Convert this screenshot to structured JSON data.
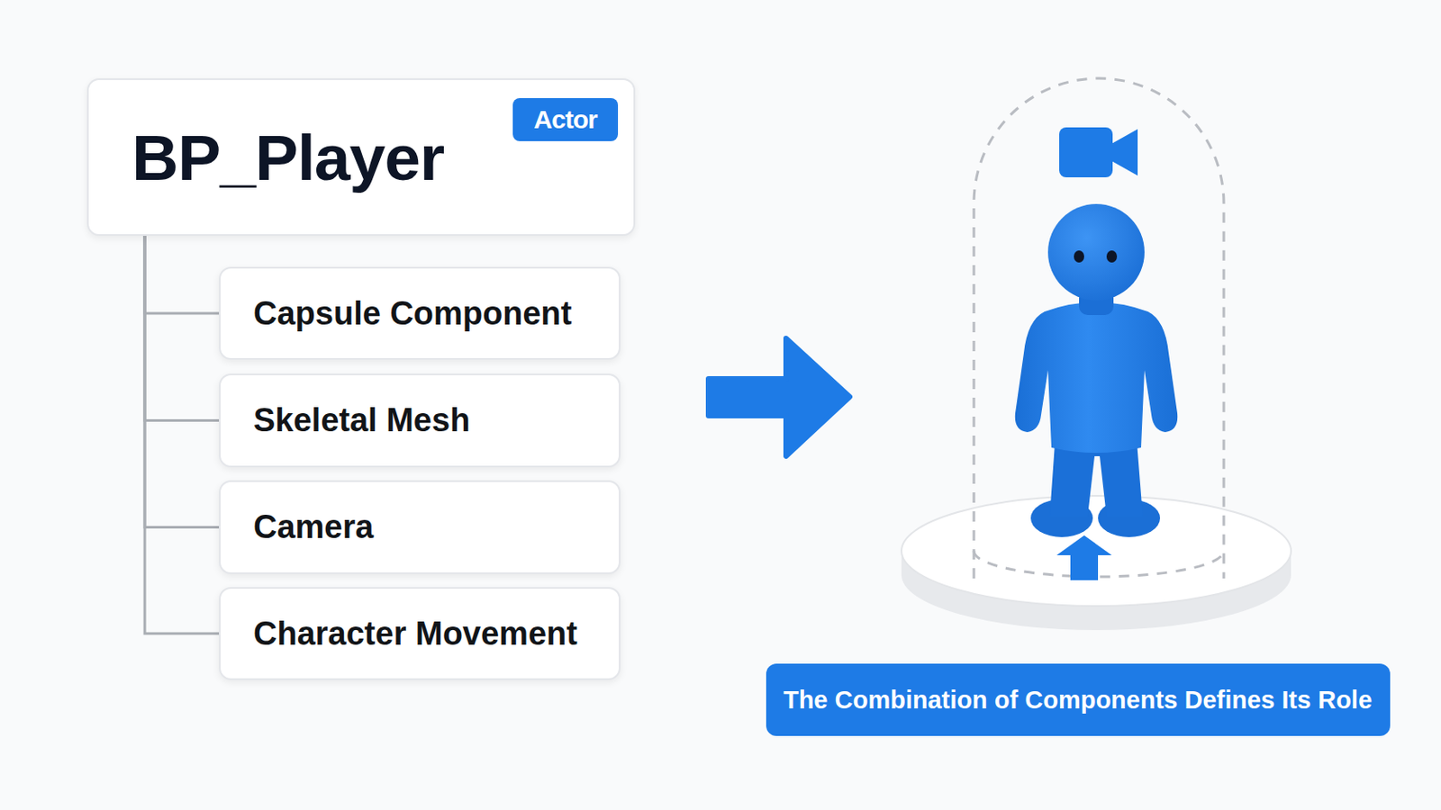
{
  "diagram": {
    "nodes": [
      {
        "text": [
          "BP_Player"
        ]
      },
      {
        "text": [
          "Actor"
        ],
        "in": 0
      },
      {
        "text": [
          "Capsule Component"
        ]
      },
      {
        "text": [
          "Skeletal Mesh"
        ]
      },
      {
        "text": [
          "Camera"
        ]
      },
      {
        "text": [
          "Character Movement"
        ]
      },
      {
        "text": [
          "The Combination of Components Defines Its Role"
        ]
      }
    ],
    "edges": [
      {
        "from": 0,
        "to": 2,
        "arrow": "none"
      },
      {
        "from": 0,
        "to": 3,
        "arrow": "none"
      },
      {
        "from": 0,
        "to": 4,
        "arrow": "none"
      },
      {
        "from": 0,
        "to": 5,
        "arrow": "none"
      }
    ]
  }
}
